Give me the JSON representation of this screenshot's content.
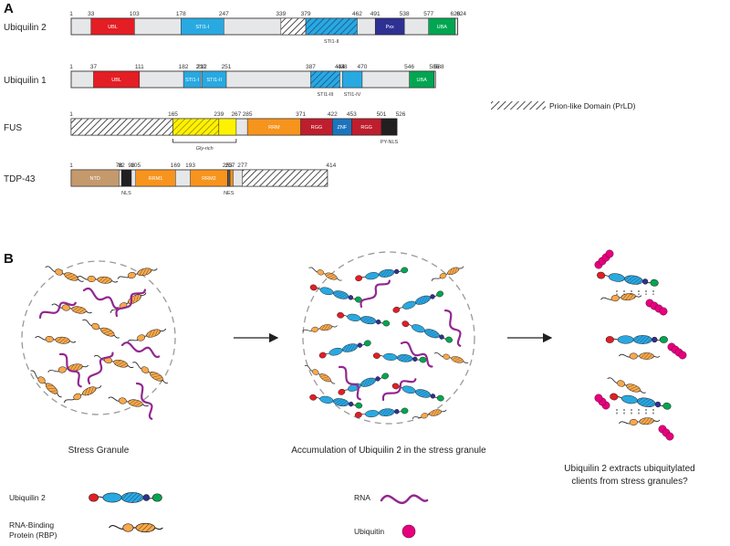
{
  "panel_a_label": "A",
  "panel_b_label": "B",
  "proteins": [
    {
      "name": "Ubiquilin 2",
      "length": 624,
      "ticks": [
        "1",
        "33",
        "103",
        "178",
        "247",
        "339",
        "379",
        "462",
        "491",
        "538",
        "577",
        "620",
        "624"
      ],
      "domains": [
        {
          "label": "UBL",
          "start": 33,
          "end": 103,
          "color": "#e31e24",
          "style": "solid",
          "text_color": "#ffffff"
        },
        {
          "label": "STI1-I",
          "start": 178,
          "end": 247,
          "color": "#29a9e1",
          "style": "solid",
          "text_color": "#ffffff"
        },
        {
          "label": "",
          "start": 339,
          "end": 379,
          "color": "#ffffff",
          "style": "hatch",
          "text_color": "#222222"
        },
        {
          "label": "",
          "start": 379,
          "end": 462,
          "color": "#29a9e1",
          "style": "hatch-blue",
          "text_color": "#ffffff"
        },
        {
          "label": "Pxx",
          "start": 491,
          "end": 538,
          "color": "#2e3192",
          "style": "solid",
          "text_color": "#ffffff"
        },
        {
          "label": "UBA",
          "start": 577,
          "end": 620,
          "color": "#00a651",
          "style": "solid",
          "text_color": "#ffffff"
        }
      ],
      "sublabels": [
        {
          "text": "STI1-II",
          "start": 379,
          "end": 462
        }
      ]
    },
    {
      "name": "Ubiquilin 1",
      "length": 588,
      "ticks": [
        "1",
        "37",
        "111",
        "182",
        "210",
        "212",
        "251",
        "387",
        "434",
        "438",
        "470",
        "546",
        "586",
        "588"
      ],
      "domains": [
        {
          "label": "UBL",
          "start": 37,
          "end": 111,
          "color": "#e31e24",
          "style": "solid",
          "text_color": "#ffffff"
        },
        {
          "label": "STI1-I",
          "start": 182,
          "end": 210,
          "color": "#29a9e1",
          "style": "solid",
          "text_color": "#ffffff"
        },
        {
          "label": "STI1-II",
          "start": 212,
          "end": 251,
          "color": "#29a9e1",
          "style": "solid",
          "text_color": "#ffffff"
        },
        {
          "label": "",
          "start": 387,
          "end": 434,
          "color": "#29a9e1",
          "style": "hatch-blue",
          "text_color": "#ffffff"
        },
        {
          "label": "",
          "start": 438,
          "end": 470,
          "color": "#29a9e1",
          "style": "solid",
          "text_color": "#ffffff"
        },
        {
          "label": "UBA",
          "start": 546,
          "end": 586,
          "color": "#00a651",
          "style": "solid",
          "text_color": "#ffffff"
        }
      ],
      "sublabels": [
        {
          "text": "STI1-III",
          "start": 387,
          "end": 434
        },
        {
          "text": "STI1-IV",
          "start": 438,
          "end": 470
        }
      ]
    },
    {
      "name": "FUS",
      "length": 526,
      "ticks": [
        "1",
        "165",
        "239",
        "267",
        "285",
        "371",
        "422",
        "453",
        "501",
        "526"
      ],
      "domains": [
        {
          "label": "",
          "start": 1,
          "end": 165,
          "color": "#ffffff",
          "style": "hatch",
          "text_color": "#222222"
        },
        {
          "label": "",
          "start": 165,
          "end": 239,
          "color": "#fff200",
          "style": "hatch-yellow",
          "text_color": "#222222"
        },
        {
          "label": "",
          "start": 239,
          "end": 267,
          "color": "#fff200",
          "style": "solid",
          "text_color": "#222222"
        },
        {
          "label": "RRM",
          "start": 285,
          "end": 371,
          "color": "#f7941d",
          "style": "solid",
          "text_color": "#ffffff"
        },
        {
          "label": "RGG",
          "start": 371,
          "end": 422,
          "color": "#be1e2d",
          "style": "solid",
          "text_color": "#ffffff"
        },
        {
          "label": "ZNF",
          "start": 422,
          "end": 453,
          "color": "#1c75bc",
          "style": "solid",
          "text_color": "#ffffff"
        },
        {
          "label": "RGG",
          "start": 453,
          "end": 501,
          "color": "#be1e2d",
          "style": "solid",
          "text_color": "#ffffff"
        },
        {
          "label": "",
          "start": 501,
          "end": 526,
          "color": "#231f20",
          "style": "solid",
          "text_color": "#ffffff"
        }
      ],
      "sublabels": [
        {
          "text": "Gly-rich",
          "start": 165,
          "end": 267,
          "bracket": true
        },
        {
          "text": "PY-NLS",
          "start": 501,
          "end": 526
        }
      ]
    },
    {
      "name": "TDP-43",
      "length": 414,
      "ticks": [
        "1",
        "78",
        "82",
        "98",
        "105",
        "169",
        "193",
        "253",
        "257",
        "277",
        "414"
      ],
      "domains": [
        {
          "label": "NTD",
          "start": 1,
          "end": 78,
          "color": "#c49a6c",
          "style": "solid",
          "text_color": "#222222"
        },
        {
          "label": "",
          "start": 82,
          "end": 98,
          "color": "#231f20",
          "style": "solid",
          "text_color": "#ffffff"
        },
        {
          "label": "RRM1",
          "start": 105,
          "end": 169,
          "color": "#f7941d",
          "style": "solid",
          "text_color": "#222222"
        },
        {
          "label": "RRM2",
          "start": 193,
          "end": 253,
          "color": "#f7941d",
          "style": "solid",
          "text_color": "#222222"
        },
        {
          "label": "",
          "start": 253,
          "end": 257,
          "color": "#58595b",
          "style": "solid",
          "text_color": "#ffffff"
        },
        {
          "label": "",
          "start": 257,
          "end": 262,
          "color": "#f7941d",
          "style": "solid",
          "text_color": "#222222"
        },
        {
          "label": "",
          "start": 277,
          "end": 414,
          "color": "#ffffff",
          "style": "hatch",
          "text_color": "#222222"
        }
      ],
      "sublabels": [
        {
          "text": "NLS",
          "start": 82,
          "end": 98
        },
        {
          "text": "NES",
          "start": 253,
          "end": 257
        }
      ]
    }
  ],
  "prld_legend": "Prion-like Domain (PrLD)",
  "captions": {
    "stress_granule": "Stress Granule",
    "accumulation": "Accumulation of Ubiquilin 2 in the stress granule",
    "extracts_line1": "Ubiquilin 2 extracts ubiquitylated",
    "extracts_line2": "clients from stress granules?"
  },
  "legend": {
    "ubiquilin2": "Ubiquilin 2",
    "rbp_line1": "RNA-Binding",
    "rbp_line2": "Protein (RBP)",
    "rna": "RNA",
    "ubiquitin": "Ubiquitin"
  },
  "colors": {
    "ubl_red": "#e31e24",
    "sti_blue": "#29a9e1",
    "uba_green": "#00a651",
    "pxx_navy": "#2e3192",
    "rbp_orange": "#f9a94b",
    "rna_purple": "#92278f",
    "ubiquitin_magenta": "#e6007e"
  }
}
